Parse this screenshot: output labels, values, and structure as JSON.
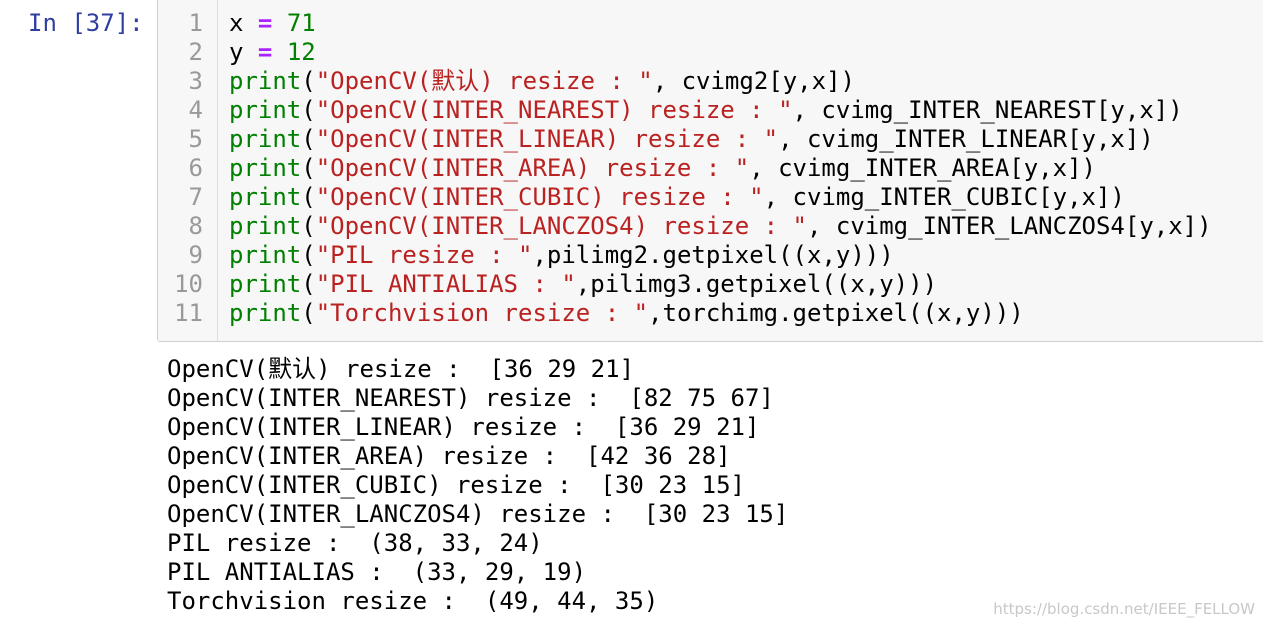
{
  "cell": {
    "prompt": "In [37]:",
    "code": [
      {
        "num": "1",
        "parts": [
          {
            "t": "x ",
            "c": "plain"
          },
          {
            "t": "=",
            "c": "op"
          },
          {
            "t": " ",
            "c": "plain"
          },
          {
            "t": "71",
            "c": "num"
          }
        ]
      },
      {
        "num": "2",
        "parts": [
          {
            "t": "y ",
            "c": "plain"
          },
          {
            "t": "=",
            "c": "op"
          },
          {
            "t": " ",
            "c": "plain"
          },
          {
            "t": "12",
            "c": "num"
          }
        ]
      },
      {
        "num": "3",
        "parts": [
          {
            "t": "print",
            "c": "kw"
          },
          {
            "t": "(",
            "c": "plain"
          },
          {
            "t": "\"OpenCV(默认) resize : \"",
            "c": "str"
          },
          {
            "t": ", cvimg2[y,x])",
            "c": "plain"
          }
        ]
      },
      {
        "num": "4",
        "parts": [
          {
            "t": "print",
            "c": "kw"
          },
          {
            "t": "(",
            "c": "plain"
          },
          {
            "t": "\"OpenCV(INTER_NEAREST) resize : \"",
            "c": "str"
          },
          {
            "t": ", cvimg_INTER_NEAREST[y,x])",
            "c": "plain"
          }
        ]
      },
      {
        "num": "5",
        "parts": [
          {
            "t": "print",
            "c": "kw"
          },
          {
            "t": "(",
            "c": "plain"
          },
          {
            "t": "\"OpenCV(INTER_LINEAR) resize : \"",
            "c": "str"
          },
          {
            "t": ", cvimg_INTER_LINEAR[y,x])",
            "c": "plain"
          }
        ]
      },
      {
        "num": "6",
        "parts": [
          {
            "t": "print",
            "c": "kw"
          },
          {
            "t": "(",
            "c": "plain"
          },
          {
            "t": "\"OpenCV(INTER_AREA) resize : \"",
            "c": "str"
          },
          {
            "t": ", cvimg_INTER_AREA[y,x])",
            "c": "plain"
          }
        ]
      },
      {
        "num": "7",
        "parts": [
          {
            "t": "print",
            "c": "kw"
          },
          {
            "t": "(",
            "c": "plain"
          },
          {
            "t": "\"OpenCV(INTER_CUBIC) resize : \"",
            "c": "str"
          },
          {
            "t": ", cvimg_INTER_CUBIC[y,x])",
            "c": "plain"
          }
        ]
      },
      {
        "num": "8",
        "parts": [
          {
            "t": "print",
            "c": "kw"
          },
          {
            "t": "(",
            "c": "plain"
          },
          {
            "t": "\"OpenCV(INTER_LANCZOS4) resize : \"",
            "c": "str"
          },
          {
            "t": ", cvimg_INTER_LANCZOS4[y,x])",
            "c": "plain"
          }
        ]
      },
      {
        "num": "9",
        "parts": [
          {
            "t": "print",
            "c": "kw"
          },
          {
            "t": "(",
            "c": "plain"
          },
          {
            "t": "\"PIL resize : \"",
            "c": "str"
          },
          {
            "t": ",pilimg2.getpixel((x,y)))",
            "c": "plain"
          }
        ]
      },
      {
        "num": "10",
        "parts": [
          {
            "t": "print",
            "c": "kw"
          },
          {
            "t": "(",
            "c": "plain"
          },
          {
            "t": "\"PIL ANTIALIAS : \"",
            "c": "str"
          },
          {
            "t": ",pilimg3.getpixel((x,y)))",
            "c": "plain"
          }
        ]
      },
      {
        "num": "11",
        "parts": [
          {
            "t": "print",
            "c": "kw"
          },
          {
            "t": "(",
            "c": "plain"
          },
          {
            "t": "\"Torchvision resize : \"",
            "c": "str"
          },
          {
            "t": ",torchimg.getpixel((x,y)))",
            "c": "plain"
          }
        ]
      }
    ],
    "output": [
      "OpenCV(默认) resize :  [36 29 21]",
      "OpenCV(INTER_NEAREST) resize :  [82 75 67]",
      "OpenCV(INTER_LINEAR) resize :  [36 29 21]",
      "OpenCV(INTER_AREA) resize :  [42 36 28]",
      "OpenCV(INTER_CUBIC) resize :  [30 23 15]",
      "OpenCV(INTER_LANCZOS4) resize :  [30 23 15]",
      "PIL resize :  (38, 33, 24)",
      "PIL ANTIALIAS :  (33, 29, 19)",
      "Torchvision resize :  (49, 44, 35)"
    ]
  },
  "watermark": "https://blog.csdn.net/IEEE_FELLOW",
  "colors": {
    "prompt": "#303F9F",
    "keyword": "#008000",
    "number": "#008000",
    "operator": "#AA22FF",
    "string": "#BA2121",
    "cell_background": "#f7f7f7"
  }
}
